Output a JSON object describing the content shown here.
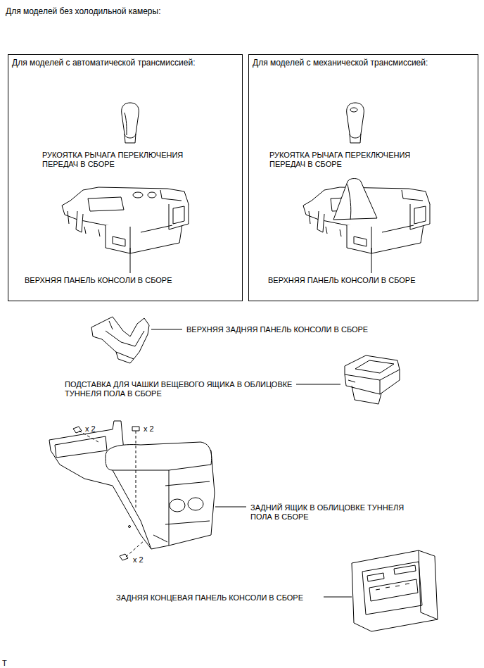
{
  "diagram": {
    "title": "Для моделей без холодильной камеры:",
    "nodes": [
      {
        "text": [
          "Для моделей с автоматической трансмиссией:"
        ]
      },
      {
        "text": [
          "Для моделей с механической трансмиссией:"
        ]
      }
    ],
    "labels": [
      "РУКОЯТКА РЫЧАГА ПЕРЕКЛЮЧЕНИЯ ПЕРЕДАЧ В СБОРЕ",
      "ВЕРХНЯЯ ПАНЕЛЬ КОНСОЛИ В СБОРЕ",
      "РУКОЯТКА РЫЧАГА ПЕРЕКЛЮЧЕНИЯ ПЕРЕДАЧ В СБОРЕ",
      "ВЕРХНЯЯ ПАНЕЛЬ КОНСОЛИ В СБОРЕ",
      "ВЕРХНЯЯ ЗАДНЯЯ ПАНЕЛЬ КОНСОЛИ В СБОРЕ",
      "ПОДСТАВКА ДЛЯ ЧАШКИ ВЕЩЕВОГО ЯЩИКА В ОБЛИЦОВКЕ ТУННЕЛЯ ПОЛА В СБОРЕ",
      "x 2",
      "x 2",
      "x 2",
      "ЗАДНИЙ ЯЩИК В ОБЛИЦОВКЕ ТУННЕЛЯ ПОЛА В СБОРЕ",
      "ЗАДНЯЯ КОНЦЕВАЯ ПАНЕЛЬ КОНСОЛИ В СБОРЕ",
      "T"
    ]
  }
}
